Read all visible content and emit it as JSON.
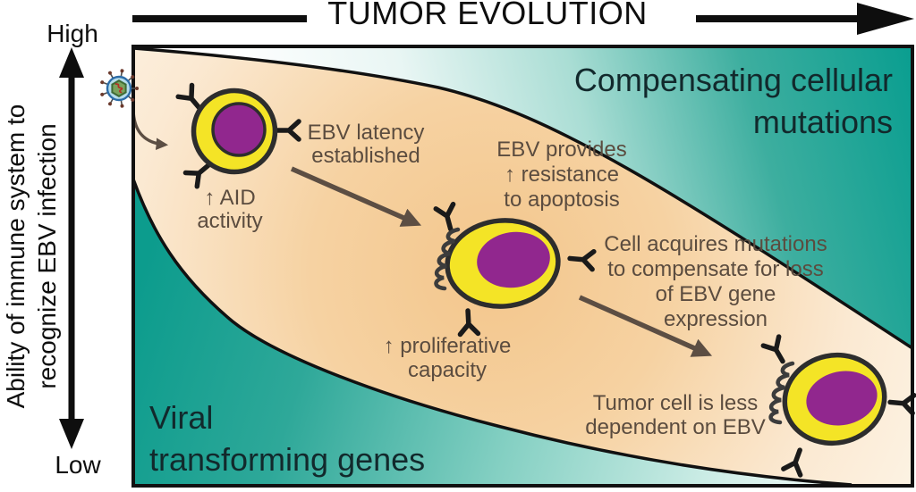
{
  "figure": {
    "title": "TUMOR EVOLUTION",
    "y_axis": {
      "high_label": "High",
      "low_label": "Low",
      "axis_label_line1": "Ability of immune system to",
      "axis_label_line2": "recognize EBV infection"
    },
    "regions": {
      "compensating_line1": "Compensating cellular",
      "compensating_line2": "mutations",
      "viral_line1": "Viral",
      "viral_line2": "transforming genes"
    },
    "annotations": {
      "ebv_latency": {
        "line1": "EBV latency",
        "line2": "established"
      },
      "aid_activity": {
        "line1": "↑ AID",
        "line2": "activity"
      },
      "ebv_provides": {
        "line1": "EBV provides",
        "line2": "↑ resistance",
        "line3": "to apoptosis"
      },
      "proliferative": {
        "line1": "↑ proliferative",
        "line2": "capacity"
      },
      "cell_acquires": {
        "line1": "Cell acquires mutations",
        "line2": "to compensate for loss",
        "line3": "of EBV gene",
        "line4": "expression"
      },
      "tumor_less": {
        "line1": "Tumor cell is less",
        "line2": "dependent on EBV"
      }
    },
    "icons": {
      "virus": "ebv-virion-icon",
      "receptor": "y-receptor-icon",
      "stage1_cell": "infected-b-cell",
      "stage2_cell": "proliferating-tumor-cell",
      "stage3_cell": "ebv-independent-tumor-cell"
    },
    "colors": {
      "teal-dark": "#0c9e90",
      "teal-light": "#eaf6f3",
      "band-orange": "#f4c78e",
      "band-cream": "#fdf5e8",
      "cell-yellow": "#f4e426",
      "nucleus-purple": "#91278e",
      "outline-dark": "#2d2d2d",
      "annotation-text": "#5b4c3f",
      "region-text": "#12292c",
      "arrow-taupe": "#5c4e43",
      "axis-black": "#0e0e0e"
    }
  }
}
